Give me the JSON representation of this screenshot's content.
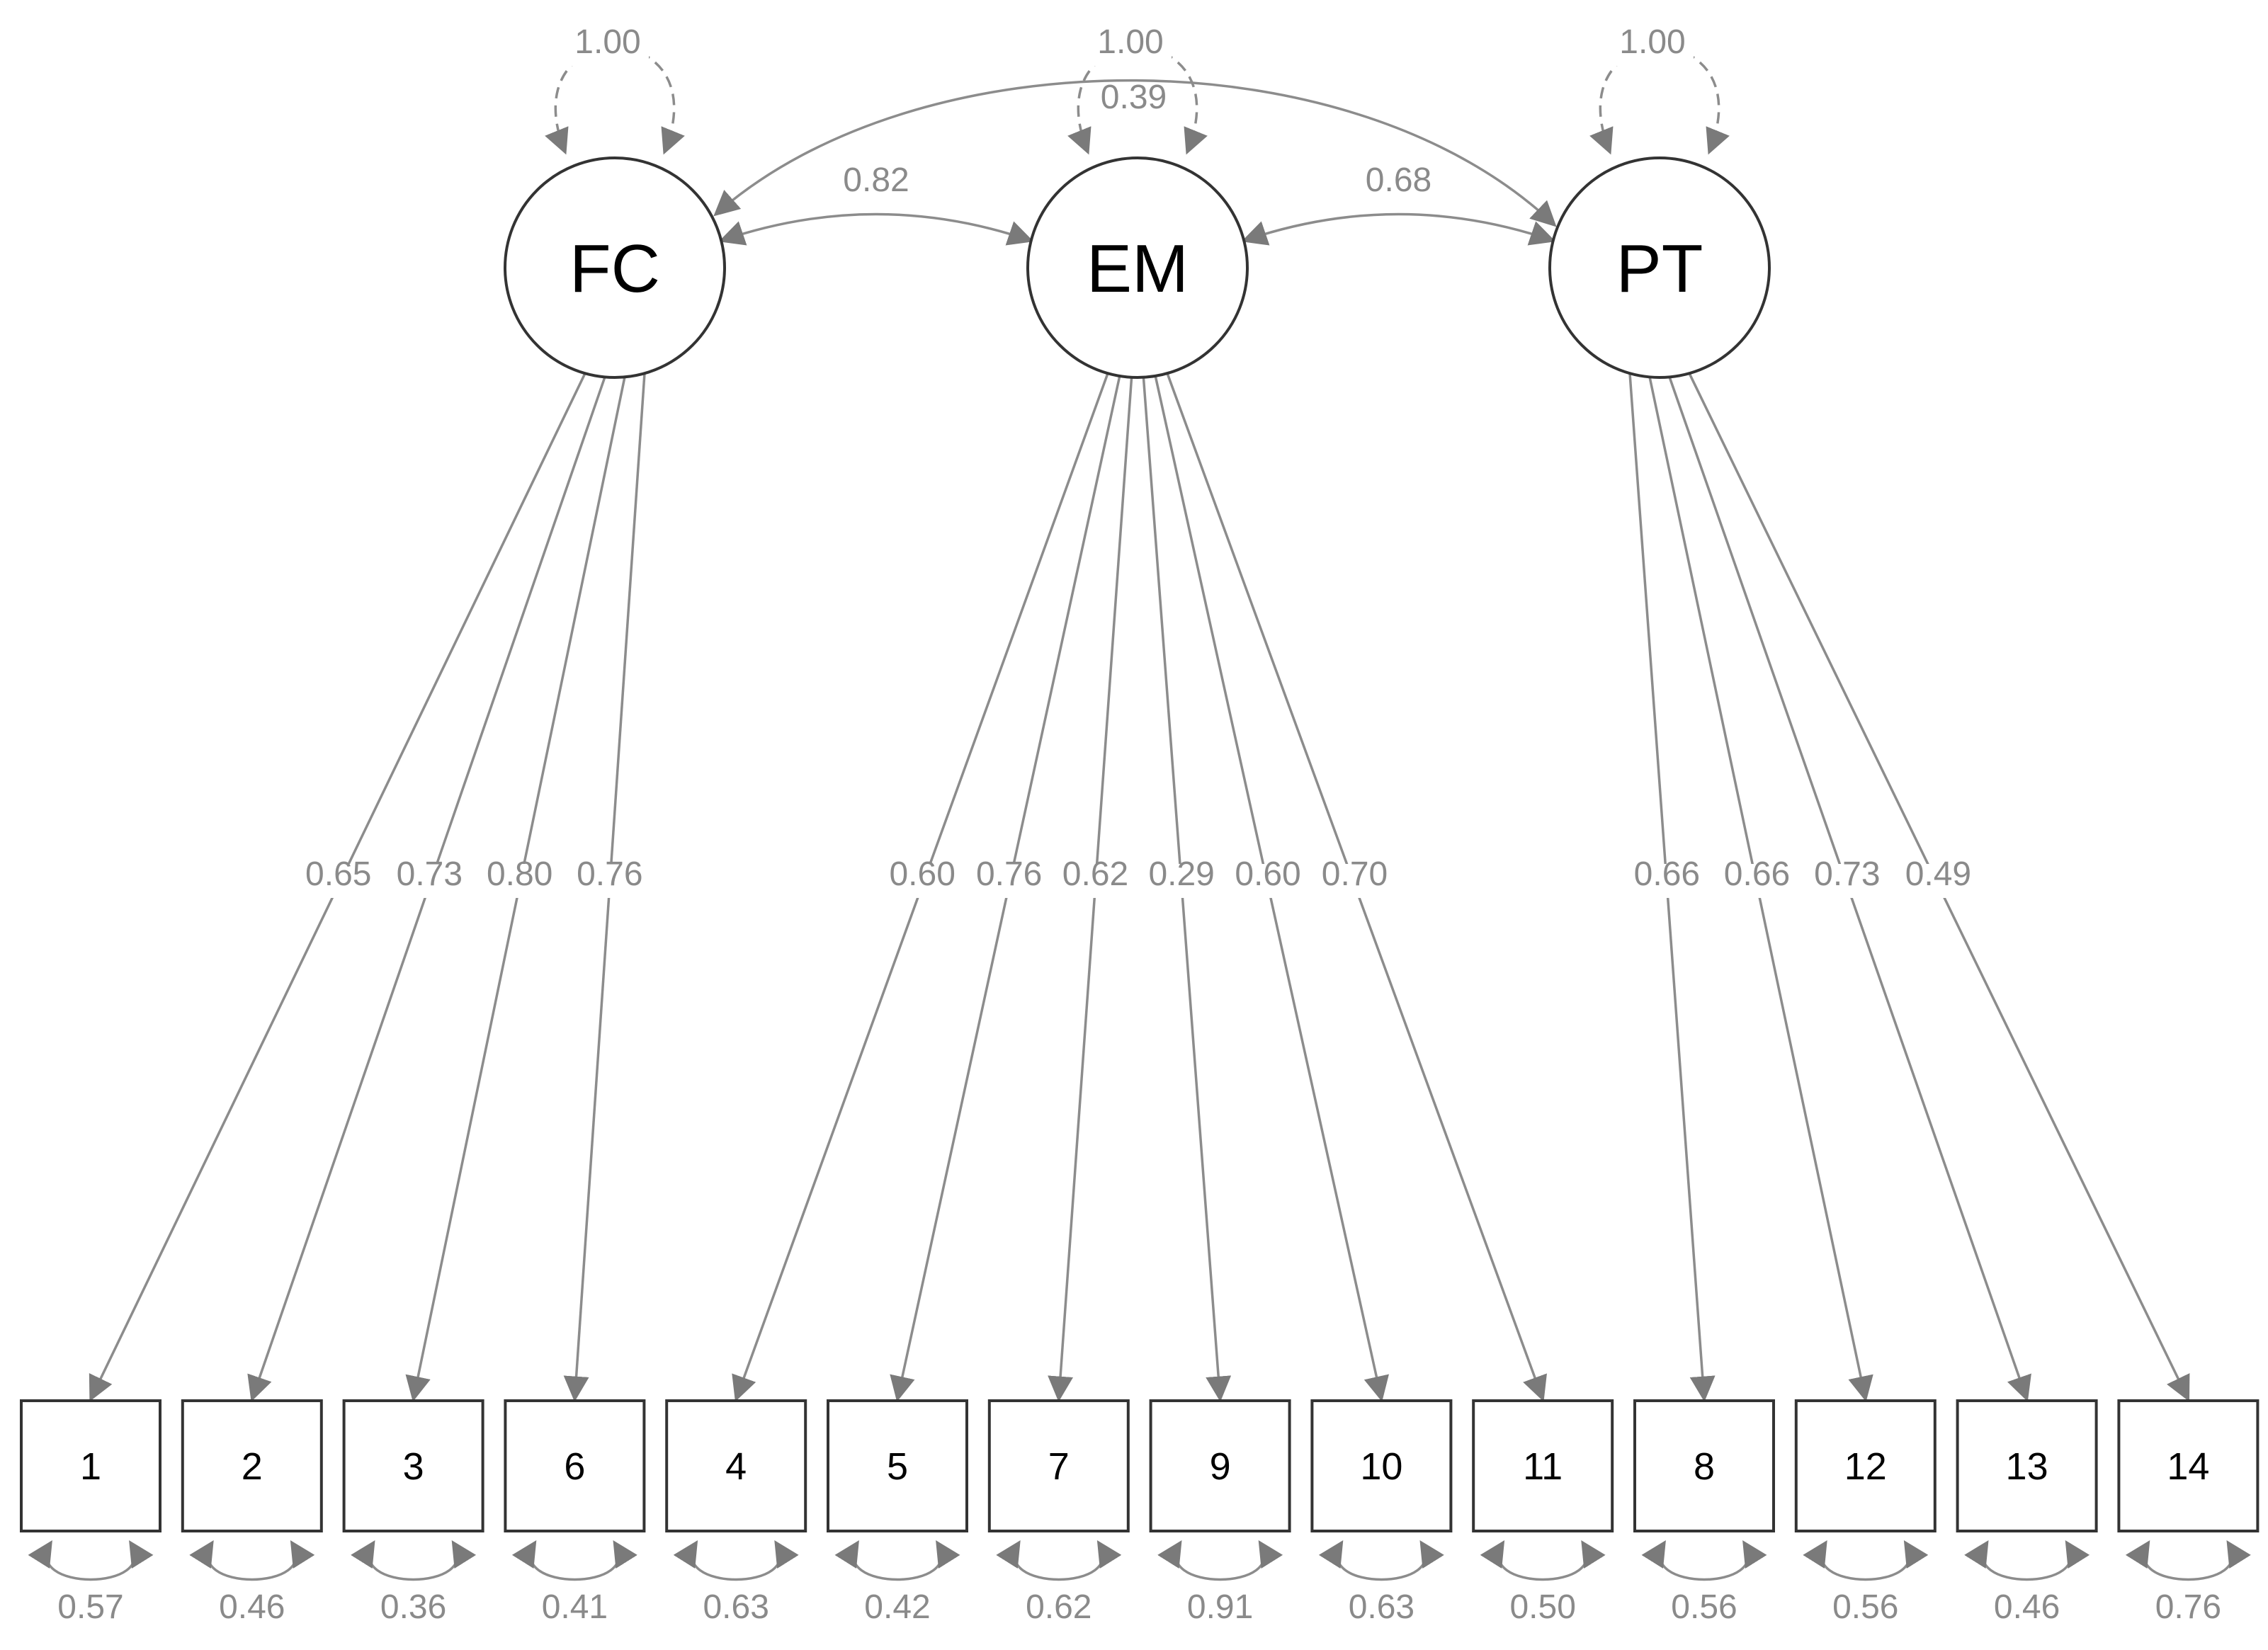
{
  "latents": [
    {
      "id": "FC",
      "label": "FC",
      "variance": "1.00"
    },
    {
      "id": "EM",
      "label": "EM",
      "variance": "1.00"
    },
    {
      "id": "PT",
      "label": "PT",
      "variance": "1.00"
    }
  ],
  "covariances": [
    {
      "from": "FC",
      "to": "EM",
      "value": "0.82"
    },
    {
      "from": "EM",
      "to": "PT",
      "value": "0.68"
    },
    {
      "from": "FC",
      "to": "PT",
      "value": "0.39"
    }
  ],
  "indicators": [
    {
      "label": "1",
      "latent": "FC",
      "loading": "0.65",
      "residual": "0.57"
    },
    {
      "label": "2",
      "latent": "FC",
      "loading": "0.73",
      "residual": "0.46"
    },
    {
      "label": "3",
      "latent": "FC",
      "loading": "0.80",
      "residual": "0.36"
    },
    {
      "label": "6",
      "latent": "FC",
      "loading": "0.76",
      "residual": "0.41"
    },
    {
      "label": "4",
      "latent": "EM",
      "loading": "0.60",
      "residual": "0.63"
    },
    {
      "label": "5",
      "latent": "EM",
      "loading": "0.76",
      "residual": "0.42"
    },
    {
      "label": "7",
      "latent": "EM",
      "loading": "0.62",
      "residual": "0.62"
    },
    {
      "label": "9",
      "latent": "EM",
      "loading": "0.29",
      "residual": "0.91"
    },
    {
      "label": "10",
      "latent": "EM",
      "loading": "0.60",
      "residual": "0.63"
    },
    {
      "label": "11",
      "latent": "EM",
      "loading": "0.70",
      "residual": "0.50"
    },
    {
      "label": "8",
      "latent": "PT",
      "loading": "0.66",
      "residual": "0.56"
    },
    {
      "label": "12",
      "latent": "PT",
      "loading": "0.66",
      "residual": "0.56"
    },
    {
      "label": "13",
      "latent": "PT",
      "loading": "0.73",
      "residual": "0.46"
    },
    {
      "label": "14",
      "latent": "PT",
      "loading": "0.49",
      "residual": "0.76"
    }
  ]
}
